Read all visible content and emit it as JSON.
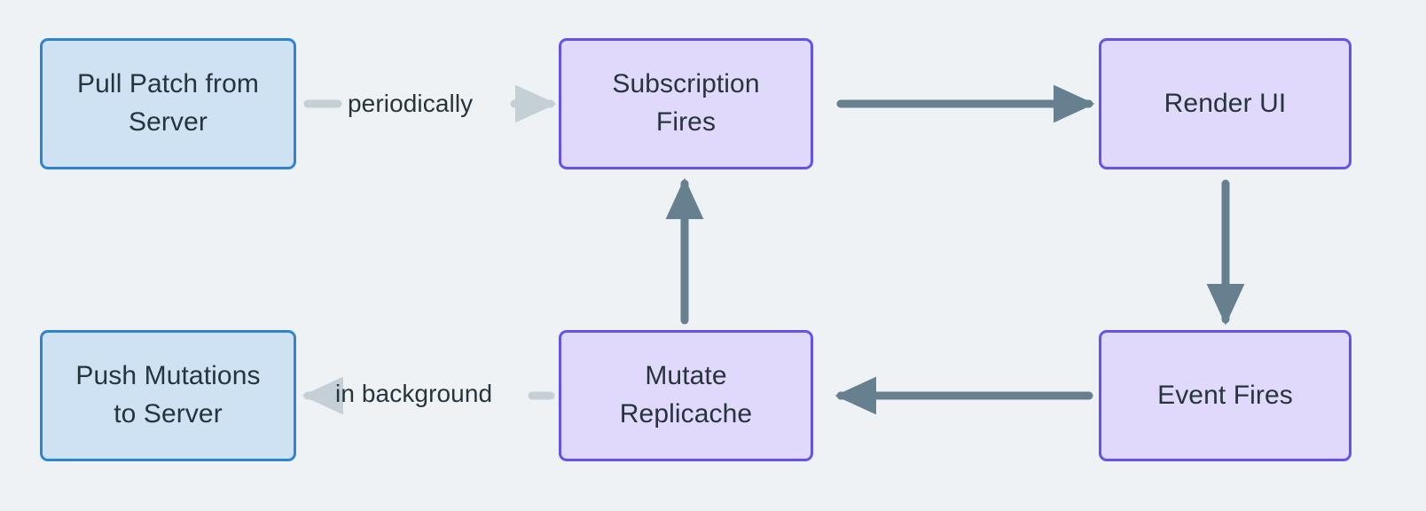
{
  "diagram": {
    "type": "flowchart",
    "background_color": "#eef2f5",
    "text_color": "#26343c",
    "node_styles": {
      "blue": {
        "fill": "#cfe2f4",
        "stroke": "#2c84d2"
      },
      "purple": {
        "fill": "#e0d9fb",
        "stroke": "#6253f0"
      }
    },
    "edge_styles": {
      "solid": {
        "color": "#67808f"
      },
      "dashed": {
        "color": "#c5cfd6"
      }
    },
    "nodes": [
      {
        "id": "pull-patch",
        "label": "Pull Patch from\nServer",
        "style": "blue"
      },
      {
        "id": "subscription",
        "label": "Subscription\nFires",
        "style": "purple"
      },
      {
        "id": "render-ui",
        "label": "Render UI",
        "style": "purple"
      },
      {
        "id": "push-mutations",
        "label": "Push Mutations\nto Server",
        "style": "blue"
      },
      {
        "id": "mutate",
        "label": "Mutate\nReplicache",
        "style": "purple"
      },
      {
        "id": "event-fires",
        "label": "Event Fires",
        "style": "purple"
      }
    ],
    "edges": [
      {
        "from": "pull-patch",
        "to": "subscription",
        "label": "periodically",
        "style": "dashed",
        "direction": "right"
      },
      {
        "from": "subscription",
        "to": "render-ui",
        "label": "",
        "style": "solid",
        "direction": "right"
      },
      {
        "from": "render-ui",
        "to": "event-fires",
        "label": "",
        "style": "solid",
        "direction": "down"
      },
      {
        "from": "event-fires",
        "to": "mutate",
        "label": "",
        "style": "solid",
        "direction": "left"
      },
      {
        "from": "mutate",
        "to": "subscription",
        "label": "",
        "style": "solid",
        "direction": "up"
      },
      {
        "from": "mutate",
        "to": "push-mutations",
        "label": "in background",
        "style": "dashed",
        "direction": "left"
      }
    ]
  }
}
